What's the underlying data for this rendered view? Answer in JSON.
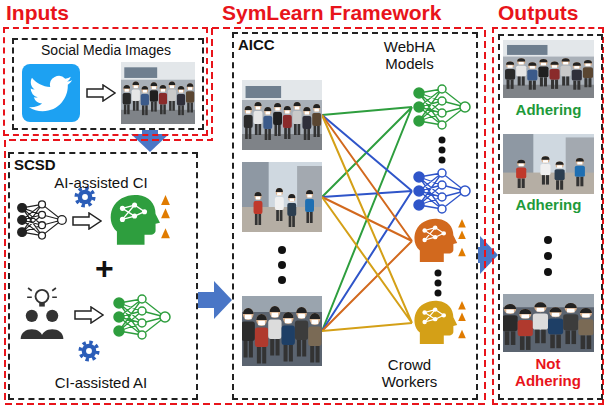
{
  "diagram": {
    "nodes": [
      {
        "text": [
          "Inputs"
        ]
      },
      {
        "text": [
          "Social Media Images"
        ],
        "in": 0
      },
      {
        "text": [
          "SymLearn Framework"
        ]
      },
      {
        "text": [
          "SCSD",
          "AI-assisted CI",
          "CI-assisted AI"
        ],
        "in": 2
      },
      {
        "text": [
          "AICC",
          "WebHA Models",
          "Crowd Workers"
        ],
        "in": 2
      },
      {
        "text": [
          "Outputs"
        ]
      },
      {
        "text": [
          "Adhering",
          "Adhering",
          "Not Adhering"
        ],
        "in": 5
      }
    ],
    "edges": [
      {
        "from": 1,
        "to": 3,
        "arrow": "to"
      },
      {
        "from": 3,
        "to": 4,
        "arrow": "to"
      },
      {
        "from": 4,
        "to": 6,
        "arrow": "to"
      }
    ],
    "labels": [
      "+"
    ]
  }
}
